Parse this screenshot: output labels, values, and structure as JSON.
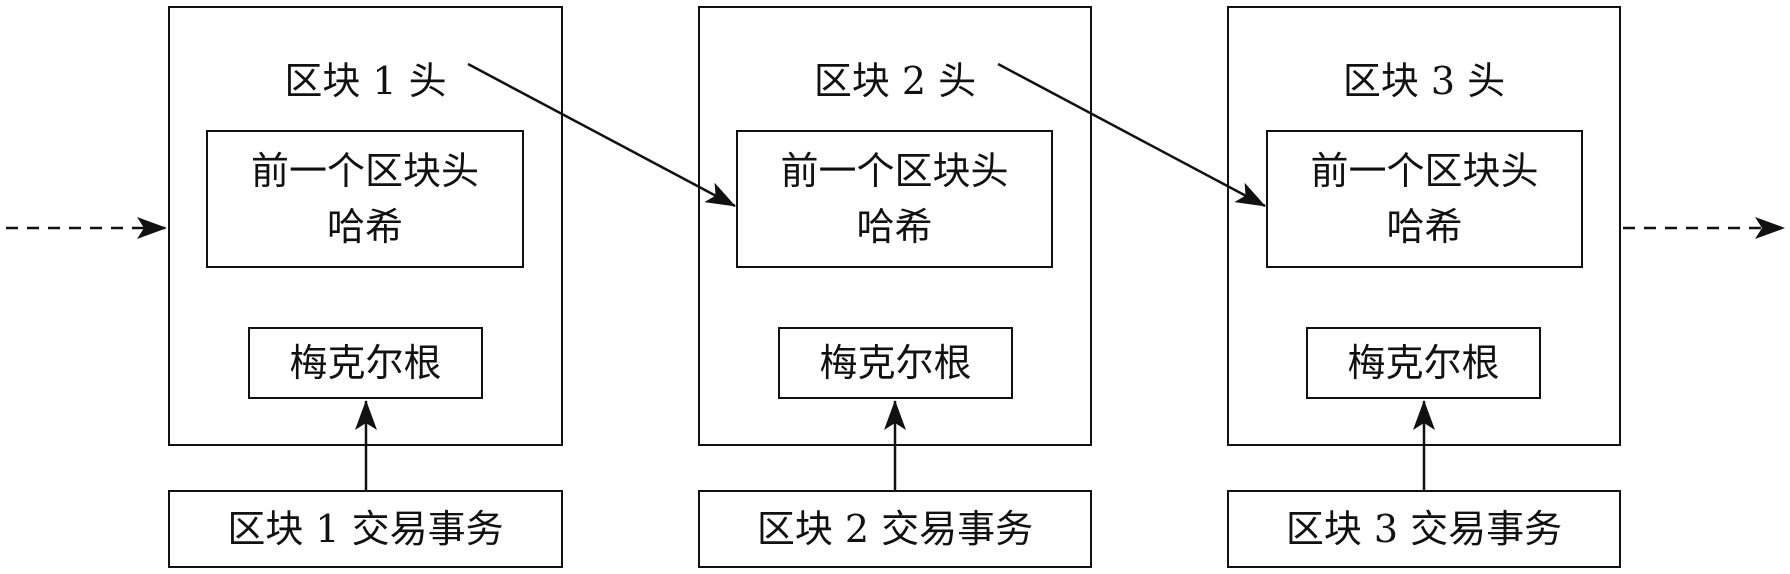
{
  "blocks": [
    {
      "header_label": "区块 1 头",
      "prev_hash_line1": "前一个区块头",
      "prev_hash_line2": "哈希",
      "merkle_label": "梅克尔根",
      "transactions_label": "区块 1 交易事务"
    },
    {
      "header_label": "区块 2 头",
      "prev_hash_line1": "前一个区块头",
      "prev_hash_line2": "哈希",
      "merkle_label": "梅克尔根",
      "transactions_label": "区块 2 交易事务"
    },
    {
      "header_label": "区块 3 头",
      "prev_hash_line1": "前一个区块头",
      "prev_hash_line2": "哈希",
      "merkle_label": "梅克尔根",
      "transactions_label": "区块 3 交易事务"
    }
  ],
  "colors": {
    "stroke": "#111111",
    "background": "#ffffff"
  }
}
